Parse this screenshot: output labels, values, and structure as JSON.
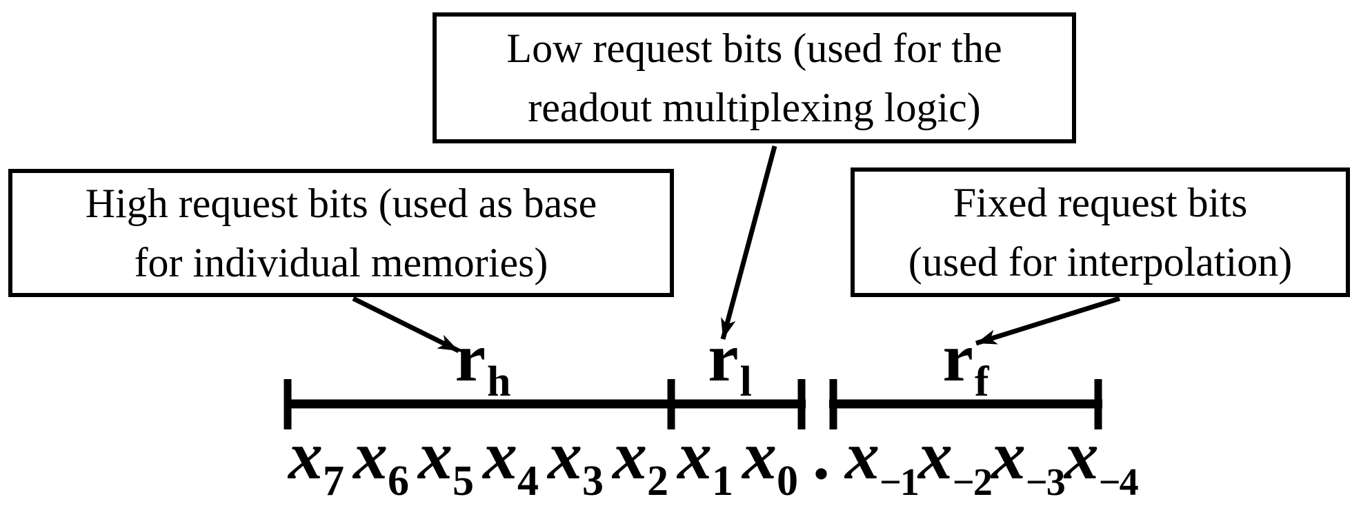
{
  "figure": {
    "description": "Bit-field diagram of a request word split into high, low and fixed request bits",
    "background_color": "#ffffff",
    "ink_color": "#000000"
  },
  "callouts": {
    "high": {
      "line1": "High request bits (used as base",
      "line2": "for individual memories)"
    },
    "low": {
      "line1": "Low request bits (used for the",
      "line2": "readout multiplexing logic)"
    },
    "fixed": {
      "line1": "Fixed request bits",
      "line2": "(used for interpolation)"
    }
  },
  "segments": {
    "high": {
      "symbol": "r",
      "subscript": "h"
    },
    "low": {
      "symbol": "r",
      "subscript": "l"
    },
    "fixed": {
      "symbol": "r",
      "subscript": "f"
    }
  },
  "integer_bits": [
    {
      "base": "x",
      "sub": "7"
    },
    {
      "base": "x",
      "sub": "6"
    },
    {
      "base": "x",
      "sub": "5"
    },
    {
      "base": "x",
      "sub": "4"
    },
    {
      "base": "x",
      "sub": "3"
    },
    {
      "base": "x",
      "sub": "2"
    },
    {
      "base": "x",
      "sub": "1"
    },
    {
      "base": "x",
      "sub": "0"
    }
  ],
  "radix_point": ".",
  "fraction_bits": [
    {
      "base": "x",
      "sub": "−1"
    },
    {
      "base": "x",
      "sub": "−2"
    },
    {
      "base": "x",
      "sub": "−3"
    },
    {
      "base": "x",
      "sub": "−4"
    }
  ]
}
